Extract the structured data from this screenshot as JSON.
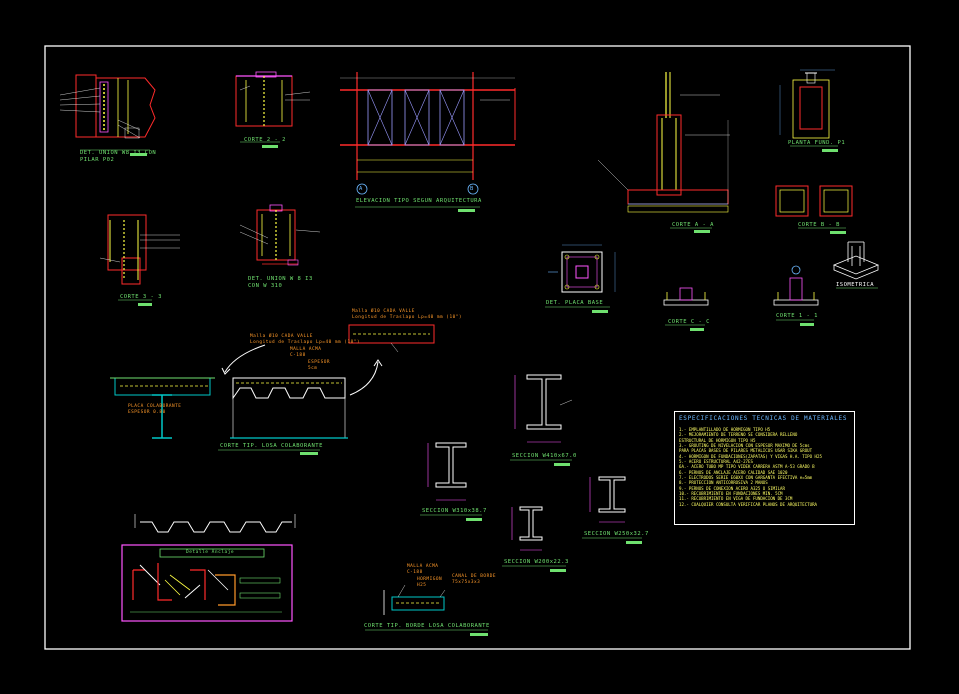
{
  "labels": {
    "det_union_pilar": [
      "DET. UNION W8 I3 CON",
      "PILAR P02"
    ],
    "corte_2": "CORTE 2 - 2",
    "elevacion": "ELEVACION TIPO SEGUN ARQUITECTURA",
    "corte_3": "CORTE 3 - 3",
    "corte_1": "CORTE 1 - 1",
    "det_union_w": [
      "DET. UNION W 8 I3",
      "CON W 310"
    ],
    "corte_a": "CORTE A - A",
    "planta_fund": "PLANTA FUND. P1",
    "corte_b": "CORTE B - B",
    "det_placa": "DET. PLACA BASE",
    "isometrica": "ISOMETRICA",
    "corte_c": "CORTE C - C",
    "corte_d": "CORTE 1 - 1",
    "losa_colab": "CORTE TIP. LOSA COLABORANTE",
    "borde_losa": "CORTE TIP. BORDE LOSA COLABORANTE",
    "sec_w410": "SECCION W410x67.0",
    "sec_w310": "SECCION W310x38.7",
    "sec_w250": "SECCION W250x32.7",
    "sec_w200": "SECCION W200x22.3",
    "detalle_box": "Detalle Anclaje",
    "eje_a": "A",
    "eje_b": "B"
  },
  "notes": {
    "malla_1": [
      "Malla Ø10 CADA VALLE",
      "Longitud de Traslapo Lp=40 mm (10\")"
    ],
    "malla_2": [
      "Malla Ø10 CADA VALLE",
      "Longitud de Traslapo Lp=40 mm (10\")"
    ],
    "malla_acma": [
      "MALLA ACMA",
      "C-188"
    ],
    "espesor": [
      "ESPESOR",
      "5cm"
    ],
    "placa": [
      "PLACA COLABORANTE",
      "ESPESOR 0.80"
    ],
    "borde_1": [
      "MALLA ACMA",
      "C-188"
    ],
    "borde_2": [
      "HORMIGON",
      "H25"
    ],
    "borde_3": [
      "CANAL DE BORDE",
      "75x75x3x3"
    ]
  },
  "specs": {
    "title": "ESPECIFICACIONES TECNICAS DE MATERIALES",
    "items": [
      "1.- EMPLANTILLADO DE HORMIGON TIPO H5",
      "2.- MEJORAMIENTO DE TERRENO SE CONSIDERA RELLENO",
      "    ESTRUCTURAL DE HORMIGON TIPO H5",
      "3.- GROUTING DE NIVELACION CON ESPESOR MAXIMO DE 5cms",
      "    PARA PLACAS BASES DE PILARES METALICOS USAR SIKA GROUT",
      "4.- HORMIGON DE FUNDACIONES(ZAPATAS) Y VIGAS H.A. TIPO H25",
      "5.- ACERO ESTRUCTURAL A42-27ES",
      "6A.- ACERO TUBO MP TIPO VIDEK CARRERA ASTM A-53 GRADO B",
      "6.- PERNOS DE ANCLAJE ACERO CALIDAD SAE 1020",
      "7.- ELECTRODOS SERIE E60XX CON GARGANTA EFECTIVA e=5mm",
      "8.- PROTECCION ANTICORROSIVA 2 MANOS",
      "9.- PERNOS DE CONEXION ACERO A325 O SIMILAR",
      "10.- RECUBRIMIENTO EN FUNDACIONES MIN. 5CM",
      "11.- RECUBRIMIENTO EN VIGA DE FUNDACION DE 3CM",
      "12.- CUALQUIER CONSULTA VERIFICAR PLANOS DE ARQUITECTURA"
    ]
  },
  "colors": {
    "background": "#000000",
    "frame": "#ffffff",
    "concrete": "#ff2b2b",
    "steel": "#ff55ff",
    "rebar": "#ffff44",
    "dimension": "#6cb8ff",
    "caption": "#6fe06f",
    "note": "#ff9a2a",
    "deck": "#00c8c8"
  }
}
